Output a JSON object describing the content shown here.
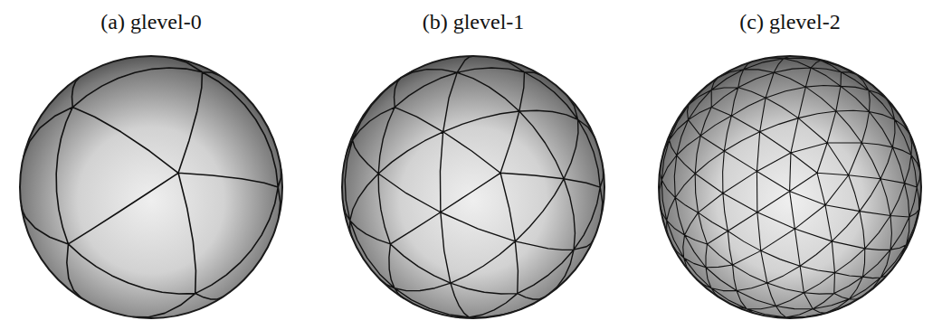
{
  "diagram": {
    "labels": [
      "(a) glevel-0",
      "(b) glevel-1",
      "(c) glevel-2"
    ]
  }
}
